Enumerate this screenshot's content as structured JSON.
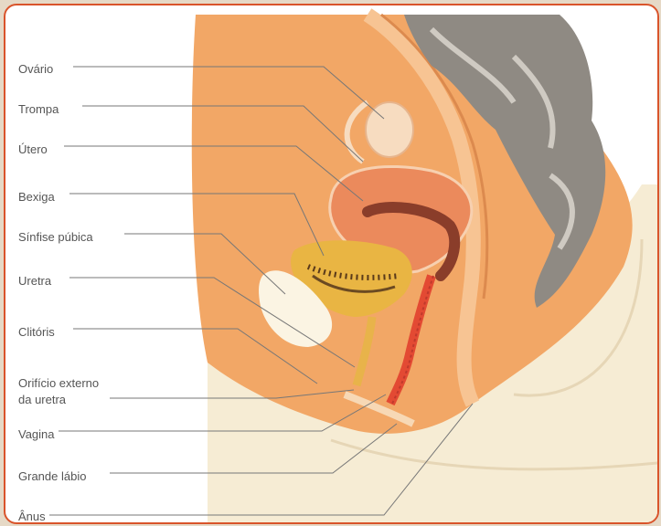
{
  "labels": [
    {
      "key": "ovario",
      "text": "Ovário"
    },
    {
      "key": "trompa",
      "text": "Trompa"
    },
    {
      "key": "utero",
      "text": "Útero"
    },
    {
      "key": "bexiga",
      "text": "Bexiga"
    },
    {
      "key": "sinfise",
      "text": "Sínfise púbica"
    },
    {
      "key": "uretra",
      "text": "Uretra"
    },
    {
      "key": "clitoris",
      "text": "Clitóris"
    },
    {
      "key": "orificio_1",
      "text": "Orifício externo"
    },
    {
      "key": "orificio_2",
      "text": "da uretra"
    },
    {
      "key": "vagina",
      "text": "Vagina"
    },
    {
      "key": "grande_labio",
      "text": "Grande lábio"
    },
    {
      "key": "anus",
      "text": "Ânus"
    }
  ],
  "colors": {
    "frame_border": "#d9542b",
    "tissue": "#f2a766",
    "uterus": "#eb8a5c",
    "bladder": "#e9b543",
    "bone": "#fbf4e3",
    "skin": "#f6ecd4",
    "intestine": "#8f8a83",
    "vagina_wall": "#e34a33"
  }
}
